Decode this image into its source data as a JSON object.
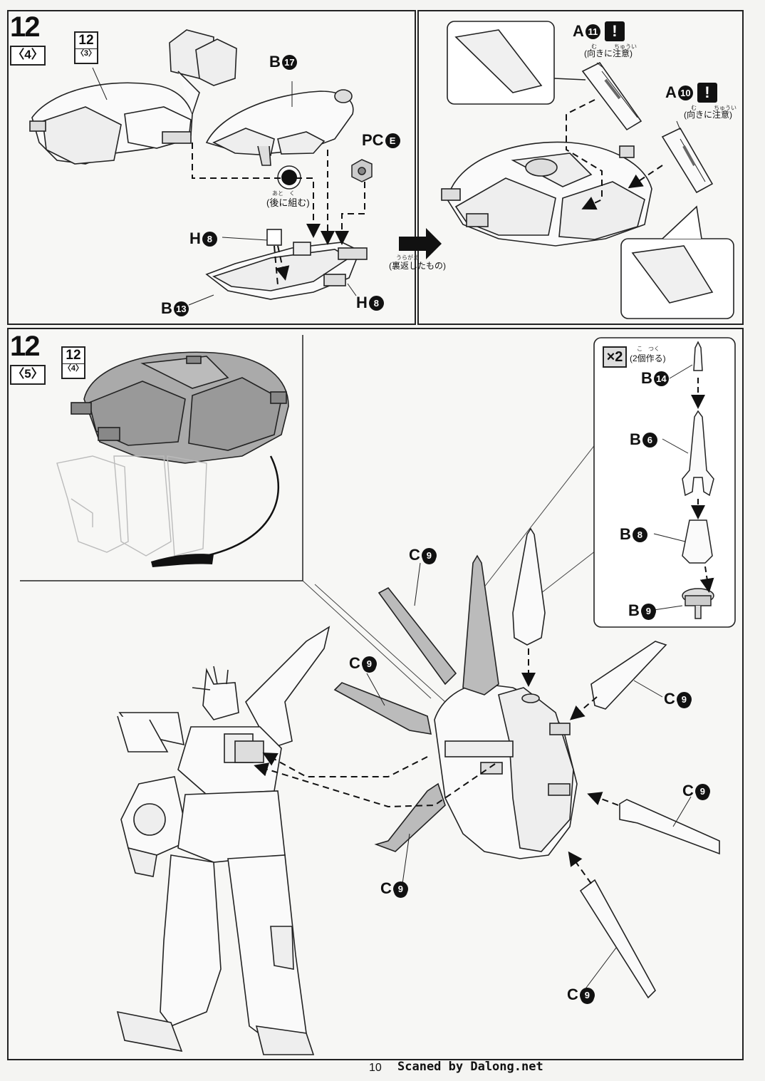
{
  "step_top": {
    "number": "12",
    "sub": "〈4〉",
    "ref_num": "12",
    "ref_sub": "〈3〉",
    "labels": {
      "b17": {
        "letter": "B",
        "num": "17"
      },
      "pce": {
        "letter": "PC",
        "num": "E"
      },
      "h8_left": {
        "letter": "H",
        "num": "8"
      },
      "b13": {
        "letter": "B",
        "num": "13"
      },
      "h8_right": {
        "letter": "H",
        "num": "8"
      },
      "a11": {
        "letter": "A",
        "num": "11"
      },
      "a10": {
        "letter": "A",
        "num": "10"
      }
    },
    "notes": {
      "later": "(後に組む)",
      "later_ruby": "あと　く",
      "flipped": "(裏返したもの)",
      "flipped_ruby": "うらがえ",
      "orient1": "(向きに注意)",
      "orient2": "(向きに注意)",
      "orient_ruby": "む　　　ちゅうい",
      "warning": "!"
    }
  },
  "step_bottom": {
    "number": "12",
    "sub": "〈5〉",
    "ref_num": "12",
    "ref_sub": "〈4〉",
    "inset": {
      "multiplier": "×2",
      "note": "(2個作る)",
      "note_ruby": "こ　つく",
      "parts": [
        {
          "letter": "B",
          "num": "14"
        },
        {
          "letter": "B",
          "num": "6"
        },
        {
          "letter": "B",
          "num": "8"
        },
        {
          "letter": "B",
          "num": "9"
        }
      ]
    },
    "c9_labels": [
      {
        "letter": "C",
        "num": "9"
      },
      {
        "letter": "C",
        "num": "9"
      },
      {
        "letter": "C",
        "num": "9"
      },
      {
        "letter": "C",
        "num": "9"
      },
      {
        "letter": "C",
        "num": "9"
      },
      {
        "letter": "C",
        "num": "9"
      }
    ]
  },
  "footer": {
    "page_number": "10",
    "scan_credit": "Scaned by Dalong.net"
  }
}
